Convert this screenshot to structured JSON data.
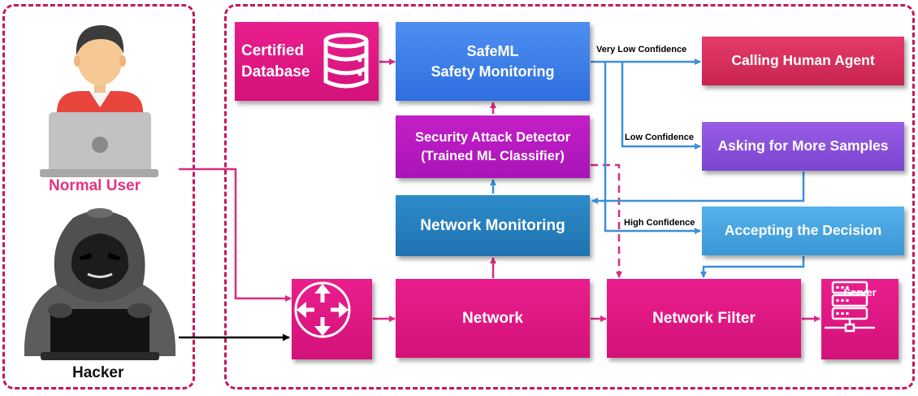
{
  "actors": {
    "normal_user": "Normal User",
    "hacker": "Hacker"
  },
  "nodes": {
    "certified_database": "Certified\nDatabase",
    "safeml": "SafeML\nSafety Monitoring",
    "security_attack_detector": "Security Attack Detector\n(Trained ML Classifier)",
    "network_monitoring": "Network Monitoring",
    "network": "Network",
    "network_filter": "Network Filter",
    "server": "Server",
    "calling_human_agent": "Calling Human Agent",
    "asking_more_samples": "Asking for More Samples",
    "accepting_decision": "Accepting the Decision"
  },
  "edges": {
    "very_low": "Very Low Confidence",
    "low": "Low Confidence",
    "high": "High Confidence"
  },
  "icons": [
    "user-icon",
    "hacker-icon",
    "database-icon",
    "router-icon",
    "server-icon"
  ],
  "colors": {
    "pink": "#e91e8c",
    "blue": "#3b7be8",
    "purple": "#b51abf",
    "teal": "#2680c0",
    "red": "#d62d5c",
    "violet": "#8a50dc",
    "sky": "#47a4df",
    "edge_blue": "#3d8fd9",
    "edge_pink": "#d92a85",
    "dashed_border": "#c2185b"
  }
}
